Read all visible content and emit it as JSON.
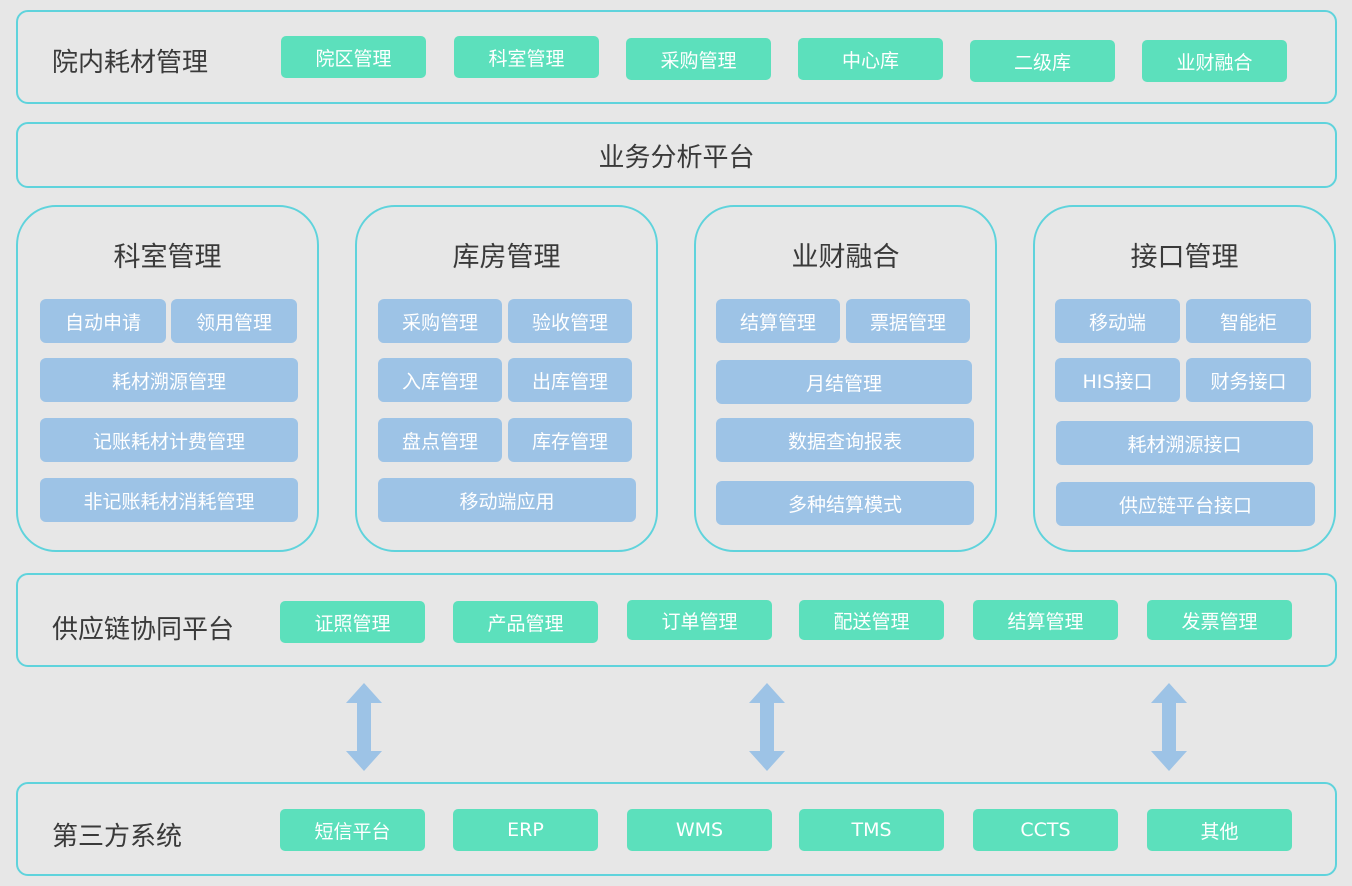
{
  "top_band": {
    "title": "院内耗材管理",
    "items": [
      "院区管理",
      "科室管理",
      "采购管理",
      "中心库",
      "二级库",
      "业财融合"
    ]
  },
  "analysis_band": {
    "title": "业务分析平台"
  },
  "modules": [
    {
      "title": "科室管理",
      "items": [
        "自动申请",
        "领用管理",
        "耗材溯源管理",
        "记账耗材计费管理",
        "非记账耗材消耗管理"
      ]
    },
    {
      "title": "库房管理",
      "items": [
        "采购管理",
        "验收管理",
        "入库管理",
        "出库管理",
        "盘点管理",
        "库存管理",
        "移动端应用"
      ]
    },
    {
      "title": "业财融合",
      "items": [
        "结算管理",
        "票据管理",
        "月结管理",
        "数据查询报表",
        "多种结算模式"
      ]
    },
    {
      "title": "接口管理",
      "items": [
        "移动端",
        "智能柜",
        "HIS接口",
        "财务接口",
        "耗材溯源接口",
        "供应链平台接口"
      ]
    }
  ],
  "supply_band": {
    "title": "供应链协同平台",
    "items": [
      "证照管理",
      "产品管理",
      "订单管理",
      "配送管理",
      "结算管理",
      "发票管理"
    ]
  },
  "third_band": {
    "title": "第三方系统",
    "items": [
      "短信平台",
      "ERP",
      "WMS",
      "TMS",
      "CCTS",
      "其他"
    ]
  },
  "colors": {
    "border": "#5fd3dc",
    "green_pill": "#5ce0bc",
    "blue_pill": "#9dc3e6",
    "arrow": "#9dc3e6",
    "background": "#e7e7e7"
  }
}
